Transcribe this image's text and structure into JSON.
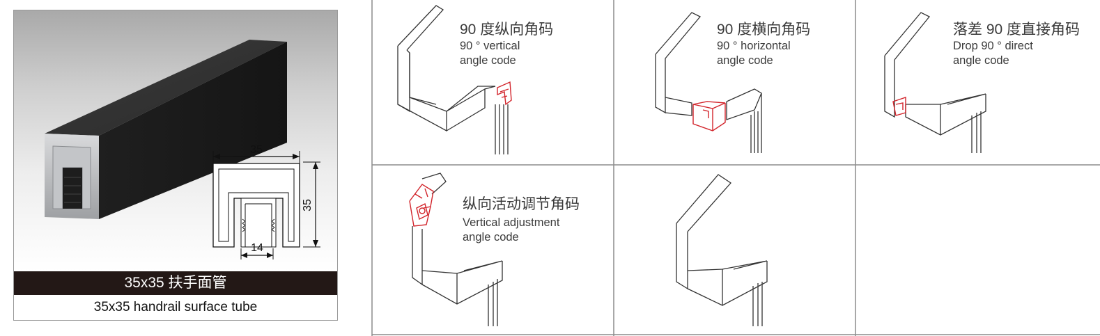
{
  "product": {
    "title_cn": "35x35 扶手面管",
    "title_en": "35x35 handrail surface tube",
    "dim_width": "35",
    "dim_height": "35",
    "dim_slot": "14"
  },
  "cells": [
    {
      "title": "90 度纵向角码",
      "desc_line1": "90 ° vertical",
      "desc_line2": "angle code"
    },
    {
      "title": "90 度横向角码",
      "desc_line1": "90 ° horizontal",
      "desc_line2": "angle code"
    },
    {
      "title": "落差 90 度直接角码",
      "desc_line1": "Drop 90 °  direct",
      "desc_line2": "angle code"
    },
    {
      "title": "纵向活动调节角码",
      "desc_line1": "Vertical adjustment",
      "desc_line2": "angle code"
    }
  ],
  "colors": {
    "tube": "#262626",
    "highlight": "#d2232a",
    "line": "#333333",
    "grid": "#8c8c8c",
    "title_bar": "#231816"
  }
}
